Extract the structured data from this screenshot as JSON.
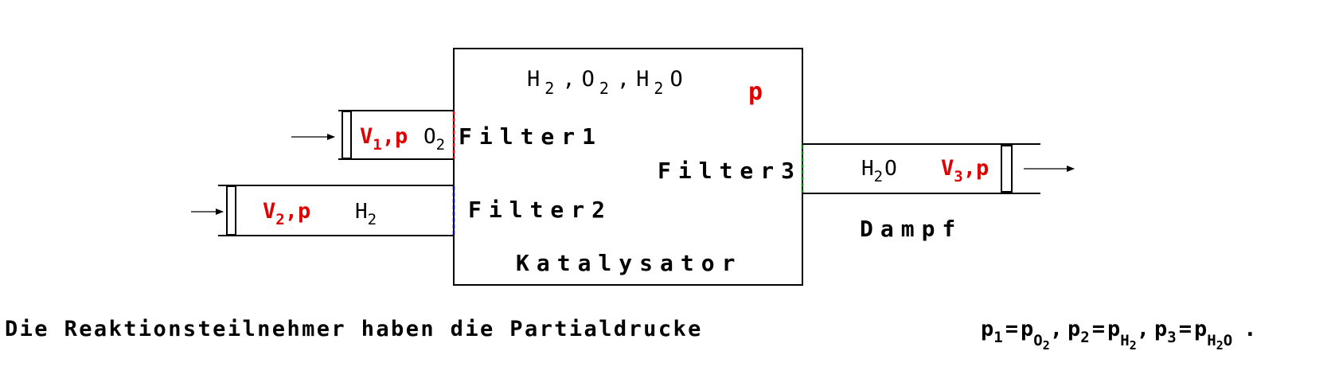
{
  "colors": {
    "line": "#000000",
    "accent": "#e00000",
    "filter1": "#e00000",
    "filter2": "#0000a0",
    "filter3": "#008000"
  },
  "reactor": {
    "species": {
      "h": "H",
      "h_sub": "2",
      "o": "O",
      "o_sub": "2",
      "w": "H",
      "w_sub": "2",
      "w_o": "O",
      "comma": ","
    },
    "pressure": "p",
    "catalyst": "Katalysator"
  },
  "filters": {
    "f1": "Filter1",
    "f2": "Filter2",
    "f3": "Filter3"
  },
  "inlet1": {
    "v": "V",
    "v_sub": "1",
    "sep": ",",
    "p": "p",
    "gas": "O",
    "gas_sub": "2"
  },
  "inlet2": {
    "v": "V",
    "v_sub": "2",
    "sep": ",",
    "p": "p",
    "gas": "H",
    "gas_sub": "2"
  },
  "outlet": {
    "gas": "H",
    "gas_sub": "2",
    "gas_o": "O",
    "v": "V",
    "v_sub": "3",
    "sep": ",",
    "p": "p",
    "label": "Dampf"
  },
  "caption": {
    "text": "Die Reaktionsteilnehmer haben die Partialdrucke",
    "p": "p",
    "eq": "=",
    "one": "1",
    "two": "2",
    "three": "3",
    "comma": ",",
    "O": "O",
    "H": "H",
    "sub2": "2",
    "Ow": "O",
    "period": "."
  }
}
